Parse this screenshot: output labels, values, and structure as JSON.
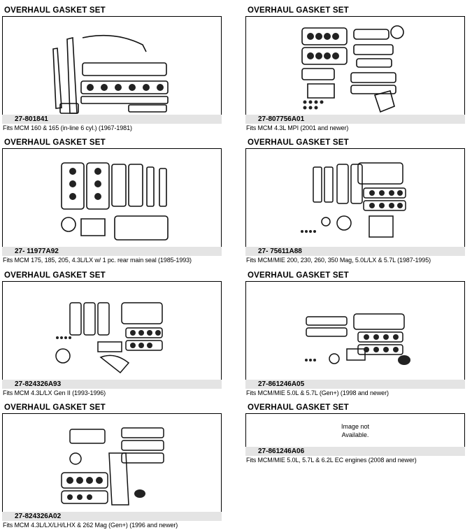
{
  "products": [
    {
      "title": "OVERHAUL GASKET SET",
      "part_number": "27-801841",
      "fits": "Fits MCM 160 & 165 (in-line 6 cyl.) (1967-1981)",
      "image": "gasket-set-inline6"
    },
    {
      "title": "OVERHAUL GASKET SET",
      "part_number": "27-807756A01",
      "fits": "Fits MCM 4.3L MPI (2001 and newer)",
      "image": "gasket-set-v6-mpi"
    },
    {
      "title": "OVERHAUL GASKET SET",
      "part_number": "27- 11977A92",
      "fits": "Fits MCM 175, 185, 205, 4.3L/LX w/ 1 pc. rear main seal (1985-1993)",
      "image": "gasket-set-v6"
    },
    {
      "title": "OVERHAUL GASKET SET",
      "part_number": "27- 75611A88",
      "fits": "Fits MCM/MIE 200, 230, 260, 350 Mag, 5.0L/LX & 5.7L (1987-1995)",
      "image": "gasket-set-v8"
    },
    {
      "title": "OVERHAUL GASKET SET",
      "part_number": "27-824326A93",
      "fits": "Fits MCM 4.3L/LX Gen II (1993-1996)",
      "image": "gasket-set-v6-gen2"
    },
    {
      "title": "OVERHAUL GASKET SET",
      "part_number": "27-861246A05",
      "fits": "Fits MCM/MIE 5.0L & 5.7L (Gen+) (1998 and newer)",
      "image": "gasket-set-v8-genplus"
    },
    {
      "title": "OVERHAUL GASKET SET",
      "part_number": "27-824326A02",
      "fits": "Fits MCM 4.3L/LX/LH/LHX & 262 Mag (Gen+) (1996 and newer)",
      "image": "gasket-set-v6-genplus"
    },
    {
      "title": "OVERHAUL GASKET SET",
      "part_number": "27-861246A06",
      "fits": "Fits MCM/MIE 5.0L, 5.7L & 6.2L EC engines (2008 and newer)",
      "image": "image-not-available",
      "placeholder": "Image not\nAvailable."
    }
  ]
}
